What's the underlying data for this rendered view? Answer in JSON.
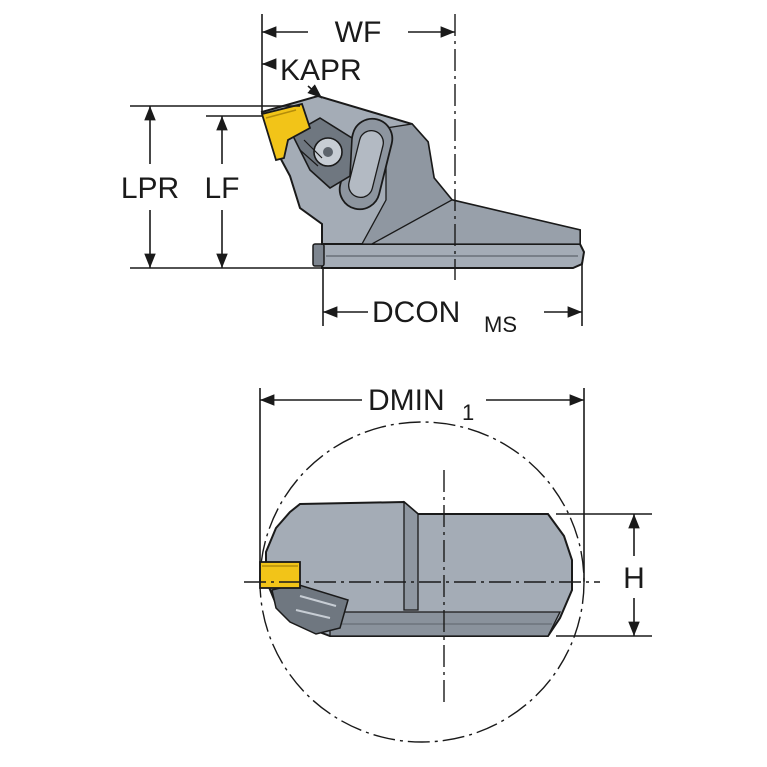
{
  "labels": {
    "wf": "WF",
    "kapr": "KAPR",
    "lpr": "LPR",
    "lf": "LF",
    "dcon": "DCON",
    "dcon_sub": "MS",
    "dmin": "DMIN",
    "dmin_sub": "1",
    "h": "H"
  },
  "colors": {
    "body": "#a4acb6",
    "body_dark": "#7d858f",
    "body_shadow": "#5d646c",
    "insert": "#f2c418",
    "line": "#1a1a1a"
  }
}
